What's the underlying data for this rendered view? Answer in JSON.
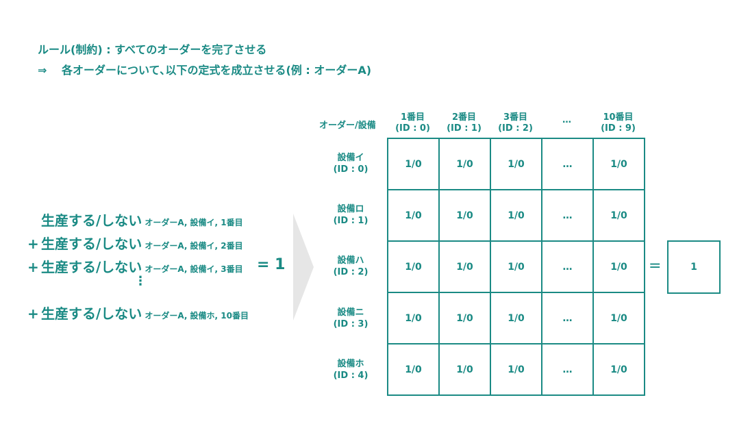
{
  "rule": {
    "line1": "ルール(制約) : すべてのオーダーを完了させる",
    "line2": "⇒　 各オーダーについて､以下の定式を成立させる(例 : オーダーA)"
  },
  "equation": {
    "lines": [
      {
        "plus": "",
        "main": "生産する/しない",
        "sub": "オーダーA, 設備イ, 1番目"
      },
      {
        "plus": "+",
        "main": "生産する/しない",
        "sub": "オーダーA, 設備イ, 2番目"
      },
      {
        "plus": "+",
        "main": "生産する/しない",
        "sub": "オーダーA, 設備イ, 3番目"
      },
      {
        "plus": "+",
        "main": "生産する/しない",
        "sub": "オーダーA, 設備ホ, 10番目"
      }
    ],
    "vdots": "⋮",
    "equals": "= 1"
  },
  "matrix": {
    "corner": "オーダー/設備",
    "columns": [
      {
        "label": "1番目",
        "id": "(ID : 0)"
      },
      {
        "label": "2番目",
        "id": "(ID : 1)"
      },
      {
        "label": "3番目",
        "id": "(ID : 2)"
      },
      {
        "label": "…",
        "id": ""
      },
      {
        "label": "10番目",
        "id": "(ID : 9)"
      }
    ],
    "rows": [
      {
        "label": "設備イ",
        "id": "(ID : 0)"
      },
      {
        "label": "設備ロ",
        "id": "(ID : 1)"
      },
      {
        "label": "設備ハ",
        "id": "(ID : 2)"
      },
      {
        "label": "設備ニ",
        "id": "(ID : 3)"
      },
      {
        "label": "設備ホ",
        "id": "(ID : 4)"
      }
    ],
    "cells": [
      [
        "1/0",
        "1/0",
        "1/0",
        "…",
        "1/0"
      ],
      [
        "1/0",
        "1/0",
        "1/0",
        "…",
        "1/0"
      ],
      [
        "1/0",
        "1/0",
        "1/0",
        "…",
        "1/0"
      ],
      [
        "1/0",
        "1/0",
        "1/0",
        "…",
        "1/0"
      ],
      [
        "1/0",
        "1/0",
        "1/0",
        "…",
        "1/0"
      ]
    ],
    "equals": "=",
    "result": "1"
  },
  "colors": {
    "accent": "#1a8a84",
    "arrow": "#e6e6e6"
  }
}
